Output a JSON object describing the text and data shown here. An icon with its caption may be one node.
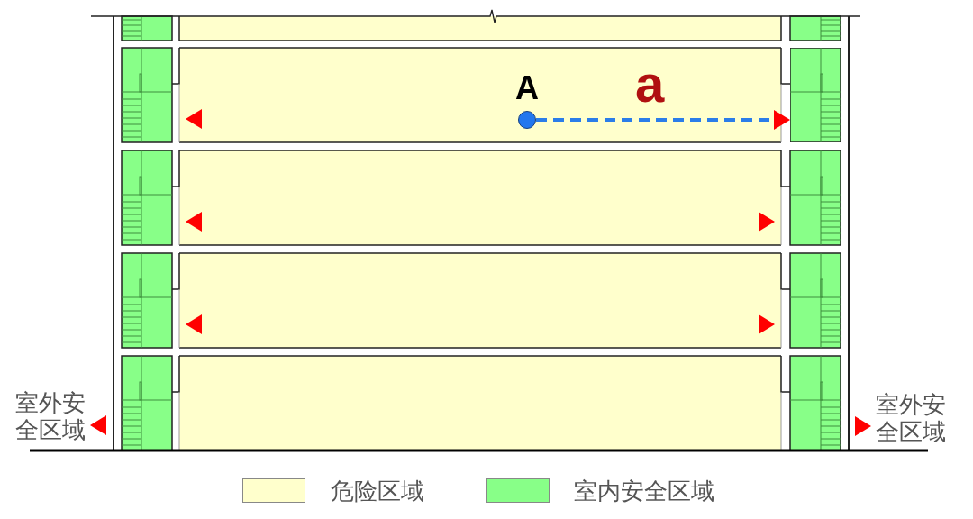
{
  "diagram": {
    "nodes": [
      {
        "text": [],
        "shape": "circle",
        "beside": [
          "A"
        ]
      },
      {
        "text": [],
        "shape": "box"
      }
    ],
    "edges": [
      {
        "from": 0,
        "to": 1,
        "arrow": "to",
        "label": "a",
        "style": "dashed",
        "color": "#2b7de9"
      }
    ],
    "labels": [
      "室外安全区域",
      "室外安全区域"
    ],
    "legend": [
      {
        "text": "危险区域",
        "color": "#ffffcc"
      },
      {
        "text": "室内安全区域",
        "color": "#88ff88"
      }
    ]
  }
}
